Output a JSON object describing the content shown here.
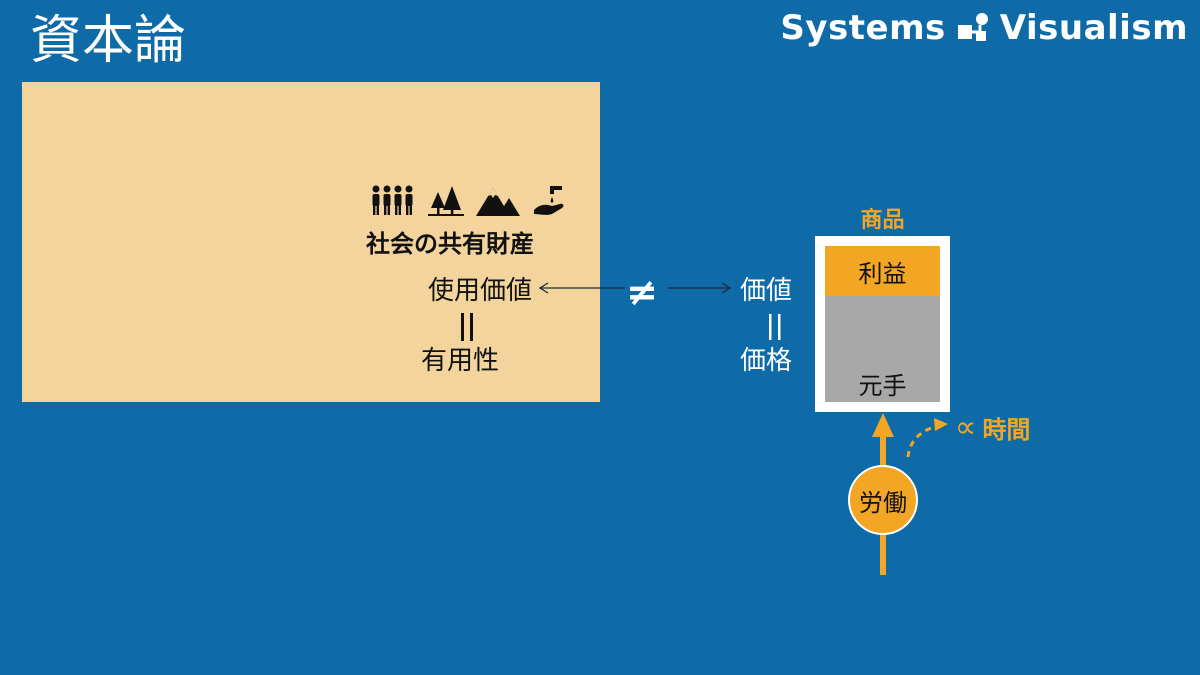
{
  "header": {
    "title": "資本論",
    "brand_text": "Systems   Visualism"
  },
  "commons": {
    "label": "社会の共有財産",
    "use_value": "使用価値",
    "equals_symbol": "||",
    "usefulness": "有用性",
    "icons": [
      "people-icon",
      "trees-icon",
      "mountain-icon",
      "water-hand-icon"
    ]
  },
  "relation": {
    "not_equal": "≠"
  },
  "exchange": {
    "value": "価値",
    "equals_symbol": "||",
    "price": "価格"
  },
  "goods": {
    "title": "商品",
    "profit": "利益",
    "capital": "元手"
  },
  "labor": {
    "label": "労働",
    "proportional_symbol": "∝",
    "time": "時間"
  },
  "colors": {
    "background": "#0f6aa8",
    "commons_box": "#f3d49d",
    "accent": "#f2a623",
    "capital": "#a8a8a8"
  }
}
